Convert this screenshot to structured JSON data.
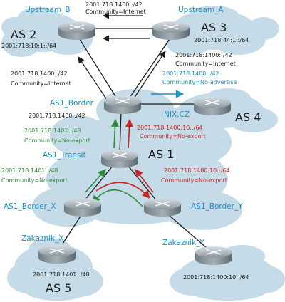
{
  "colors": {
    "cloud": "#c6dbe8",
    "link": "#1a1a1a",
    "name": "#1a8fc9",
    "black_text": "#1a1a1a",
    "green": "#2e8b3a",
    "red": "#cc2222",
    "blue_arrow": "#1a8fc9"
  },
  "as_labels": {
    "as2": "AS 2",
    "as3": "AS 3",
    "as4": "AS 4",
    "as1": "AS 1",
    "as5": "AS 5"
  },
  "routers": {
    "upstream_b": "Upstream_B",
    "upstream_a": "Upstream_A",
    "as1_border": "AS1_Border",
    "nix_cz": "NIX.CZ",
    "as1_transit": "AS1_Transit",
    "as1_border_x": "AS1_Border_X",
    "as1_border_y": "AS1_Border_Y",
    "zakaznik_x": "Zakaznik_X",
    "zakaznik_y": "Zakaznik_Y"
  },
  "annotations": {
    "top_prefix": "2001:718:1400::/42",
    "top_community": "Community=Internet",
    "as2_prefix": "2001:718:10:1::/64",
    "as3_prefix": "2001:718:44:1::/64",
    "right_prefix": "2001:718:1400::/42",
    "right_community": "Community=Internet",
    "left_prefix": "2001:718:1400::/42",
    "left_community": "Community=Internet",
    "noadv_prefix": "2001:718:1400::/42",
    "noadv_community": "Community=No-advertise",
    "border_prefix": "2001:718:1400::/42",
    "green_upper_prefix": "2001:718:1401::/48",
    "green_upper_community": "Community=No-export",
    "red_upper_prefix": "2001:718:1400:10::/64",
    "red_upper_community": "Community=No-export",
    "green_lower_prefix": "2001:718:1401::/48",
    "green_lower_community": "Community=No-export",
    "red_lower_prefix": "2001:718:1400:10::/64",
    "red_lower_community": "Community=No-export",
    "zakx_prefix": "2001:718:1401::/48",
    "zaky_prefix": "2001:718:1400:10::/64"
  }
}
